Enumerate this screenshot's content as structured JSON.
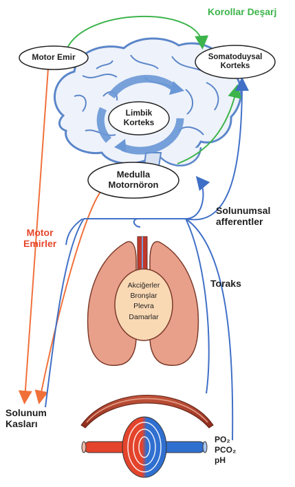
{
  "nodes": {
    "motor_emir": "Motor Emir",
    "somatoduysal_line1": "Somatoduysal",
    "somatoduysal_line2": "Korteks",
    "limbik_line1": "Limbik",
    "limbik_line2": "Korteks",
    "medulla_line1": "Medulla",
    "medulla_line2": "Motornöron"
  },
  "labels": {
    "korollar": "Korollar Deşarj",
    "motor_emirler_line1": "Motor",
    "motor_emirler_line2": "Emirler",
    "solunumsal_line1": "Solunumsal",
    "solunumsal_line2": "afferentler",
    "toraks": "Toraks",
    "solunum_line1": "Solunum",
    "solunum_line2": "Kasları"
  },
  "lung_contents": [
    "Akciğerler",
    "Bronşlar",
    "Plevra",
    "Damarlar"
  ],
  "blood_gases": [
    "PO₂",
    "PCO₂",
    "pH"
  ],
  "colors": {
    "corollary_green": "#3cb44b",
    "motor_orange": "#f0703a",
    "afferent_blue": "#3f6fc6",
    "brain_blue": "#5b86c9",
    "lung_pink": "#e8a08a",
    "label_red": "#e5452a"
  }
}
